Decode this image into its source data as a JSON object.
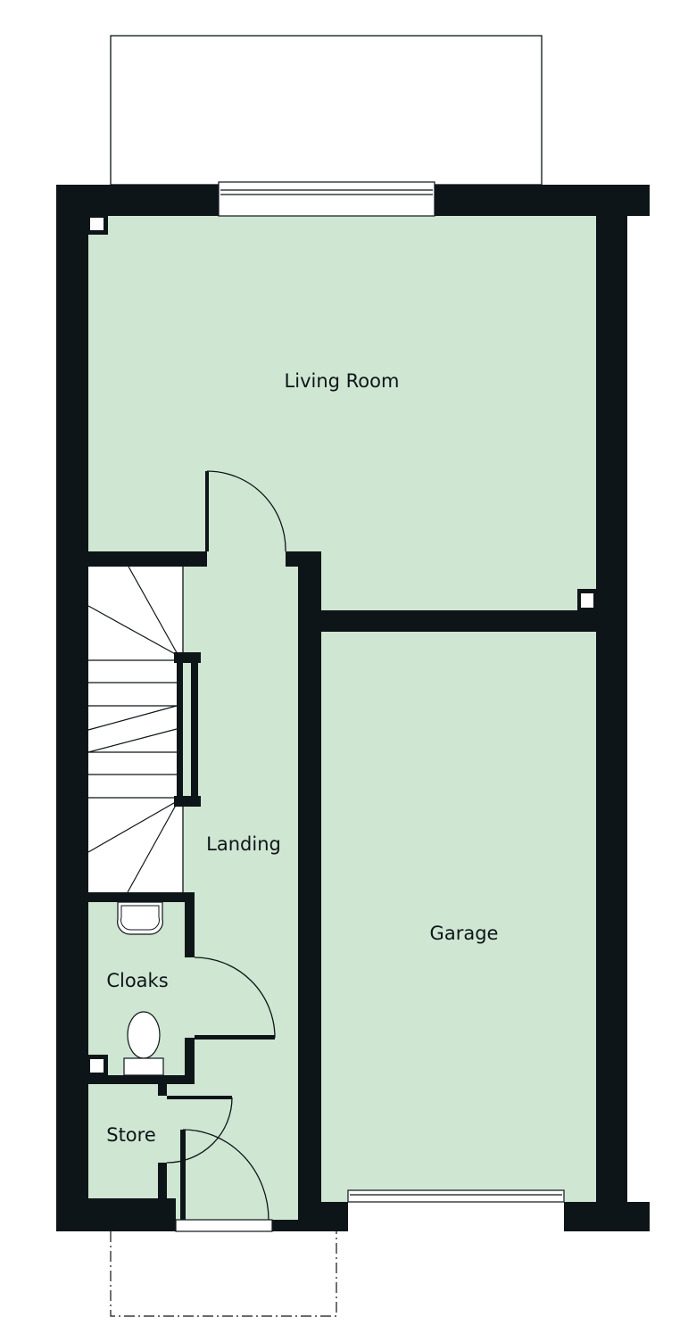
{
  "colors": {
    "wall": "#0e1518",
    "room_fill": "#cfe6d2",
    "stair_fill": "#ffffff"
  },
  "rooms": {
    "living_room": "Living Room",
    "landing": "Landing",
    "garage": "Garage",
    "cloaks": "Cloaks",
    "store": "Store"
  }
}
